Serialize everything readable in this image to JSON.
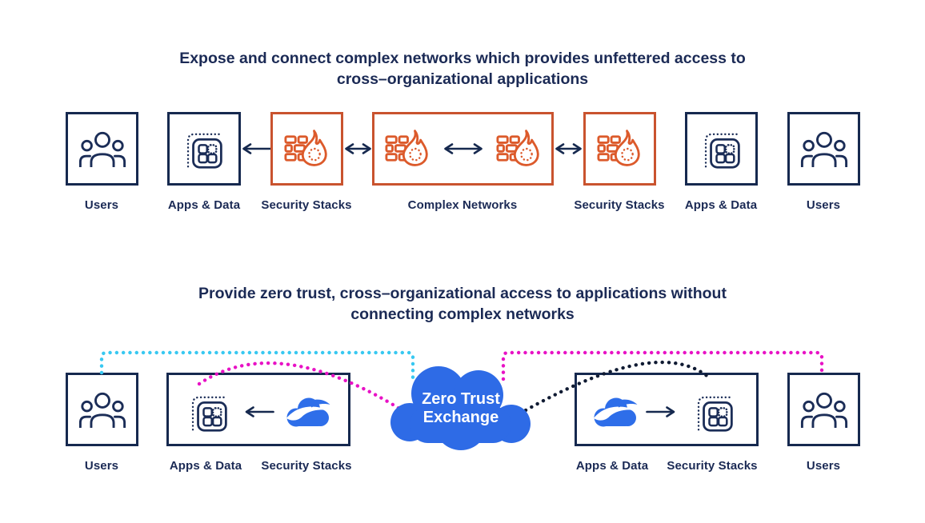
{
  "colors": {
    "background": "#ffffff",
    "navy_line": "#16294f",
    "text_navy": "#1b2a55",
    "orange_border": "#c9532e",
    "orange_icon": "#dc5a2b",
    "zscaler_blue": "#2e6be6",
    "cyan_dots": "#38c8f1",
    "magenta_dots": "#e812c5",
    "dark_dots": "#101b33",
    "cloud_text": "#ffffff"
  },
  "top_diagram": {
    "title_line1": "Expose and connect complex networks which provides unfettered access to",
    "title_line2": "cross–organizational applications",
    "nodes": [
      {
        "label": "Users",
        "icon": "users-icon"
      },
      {
        "label": "Apps & Data",
        "icon": "apps-grid-icon"
      },
      {
        "label": "Security Stacks",
        "icon": "firewall-flame-icon"
      },
      {
        "label": "Complex Networks",
        "icon": "firewall-flame-icon-pair"
      },
      {
        "label": "Security Stacks",
        "icon": "firewall-flame-icon"
      },
      {
        "label": "Apps & Data",
        "icon": "apps-grid-icon"
      },
      {
        "label": "Users",
        "icon": "users-icon"
      }
    ]
  },
  "bottom_diagram": {
    "title_line1": "Provide zero trust, cross–organizational access to applications without",
    "title_line2": "connecting complex networks",
    "cloud": {
      "line1": "Zero Trust",
      "line2": "Exchange"
    },
    "nodes": [
      {
        "label": "Users",
        "icon": "users-icon"
      },
      {
        "label": "Apps & Data",
        "icon": "apps-grid-icon"
      },
      {
        "label": "Security Stacks",
        "icon": "zscaler-cloud-logo"
      },
      {
        "label": "Apps & Data",
        "icon": "zscaler-cloud-logo"
      },
      {
        "label": "Security Stacks",
        "icon": "apps-grid-icon"
      },
      {
        "label": "Users",
        "icon": "users-icon"
      }
    ]
  }
}
